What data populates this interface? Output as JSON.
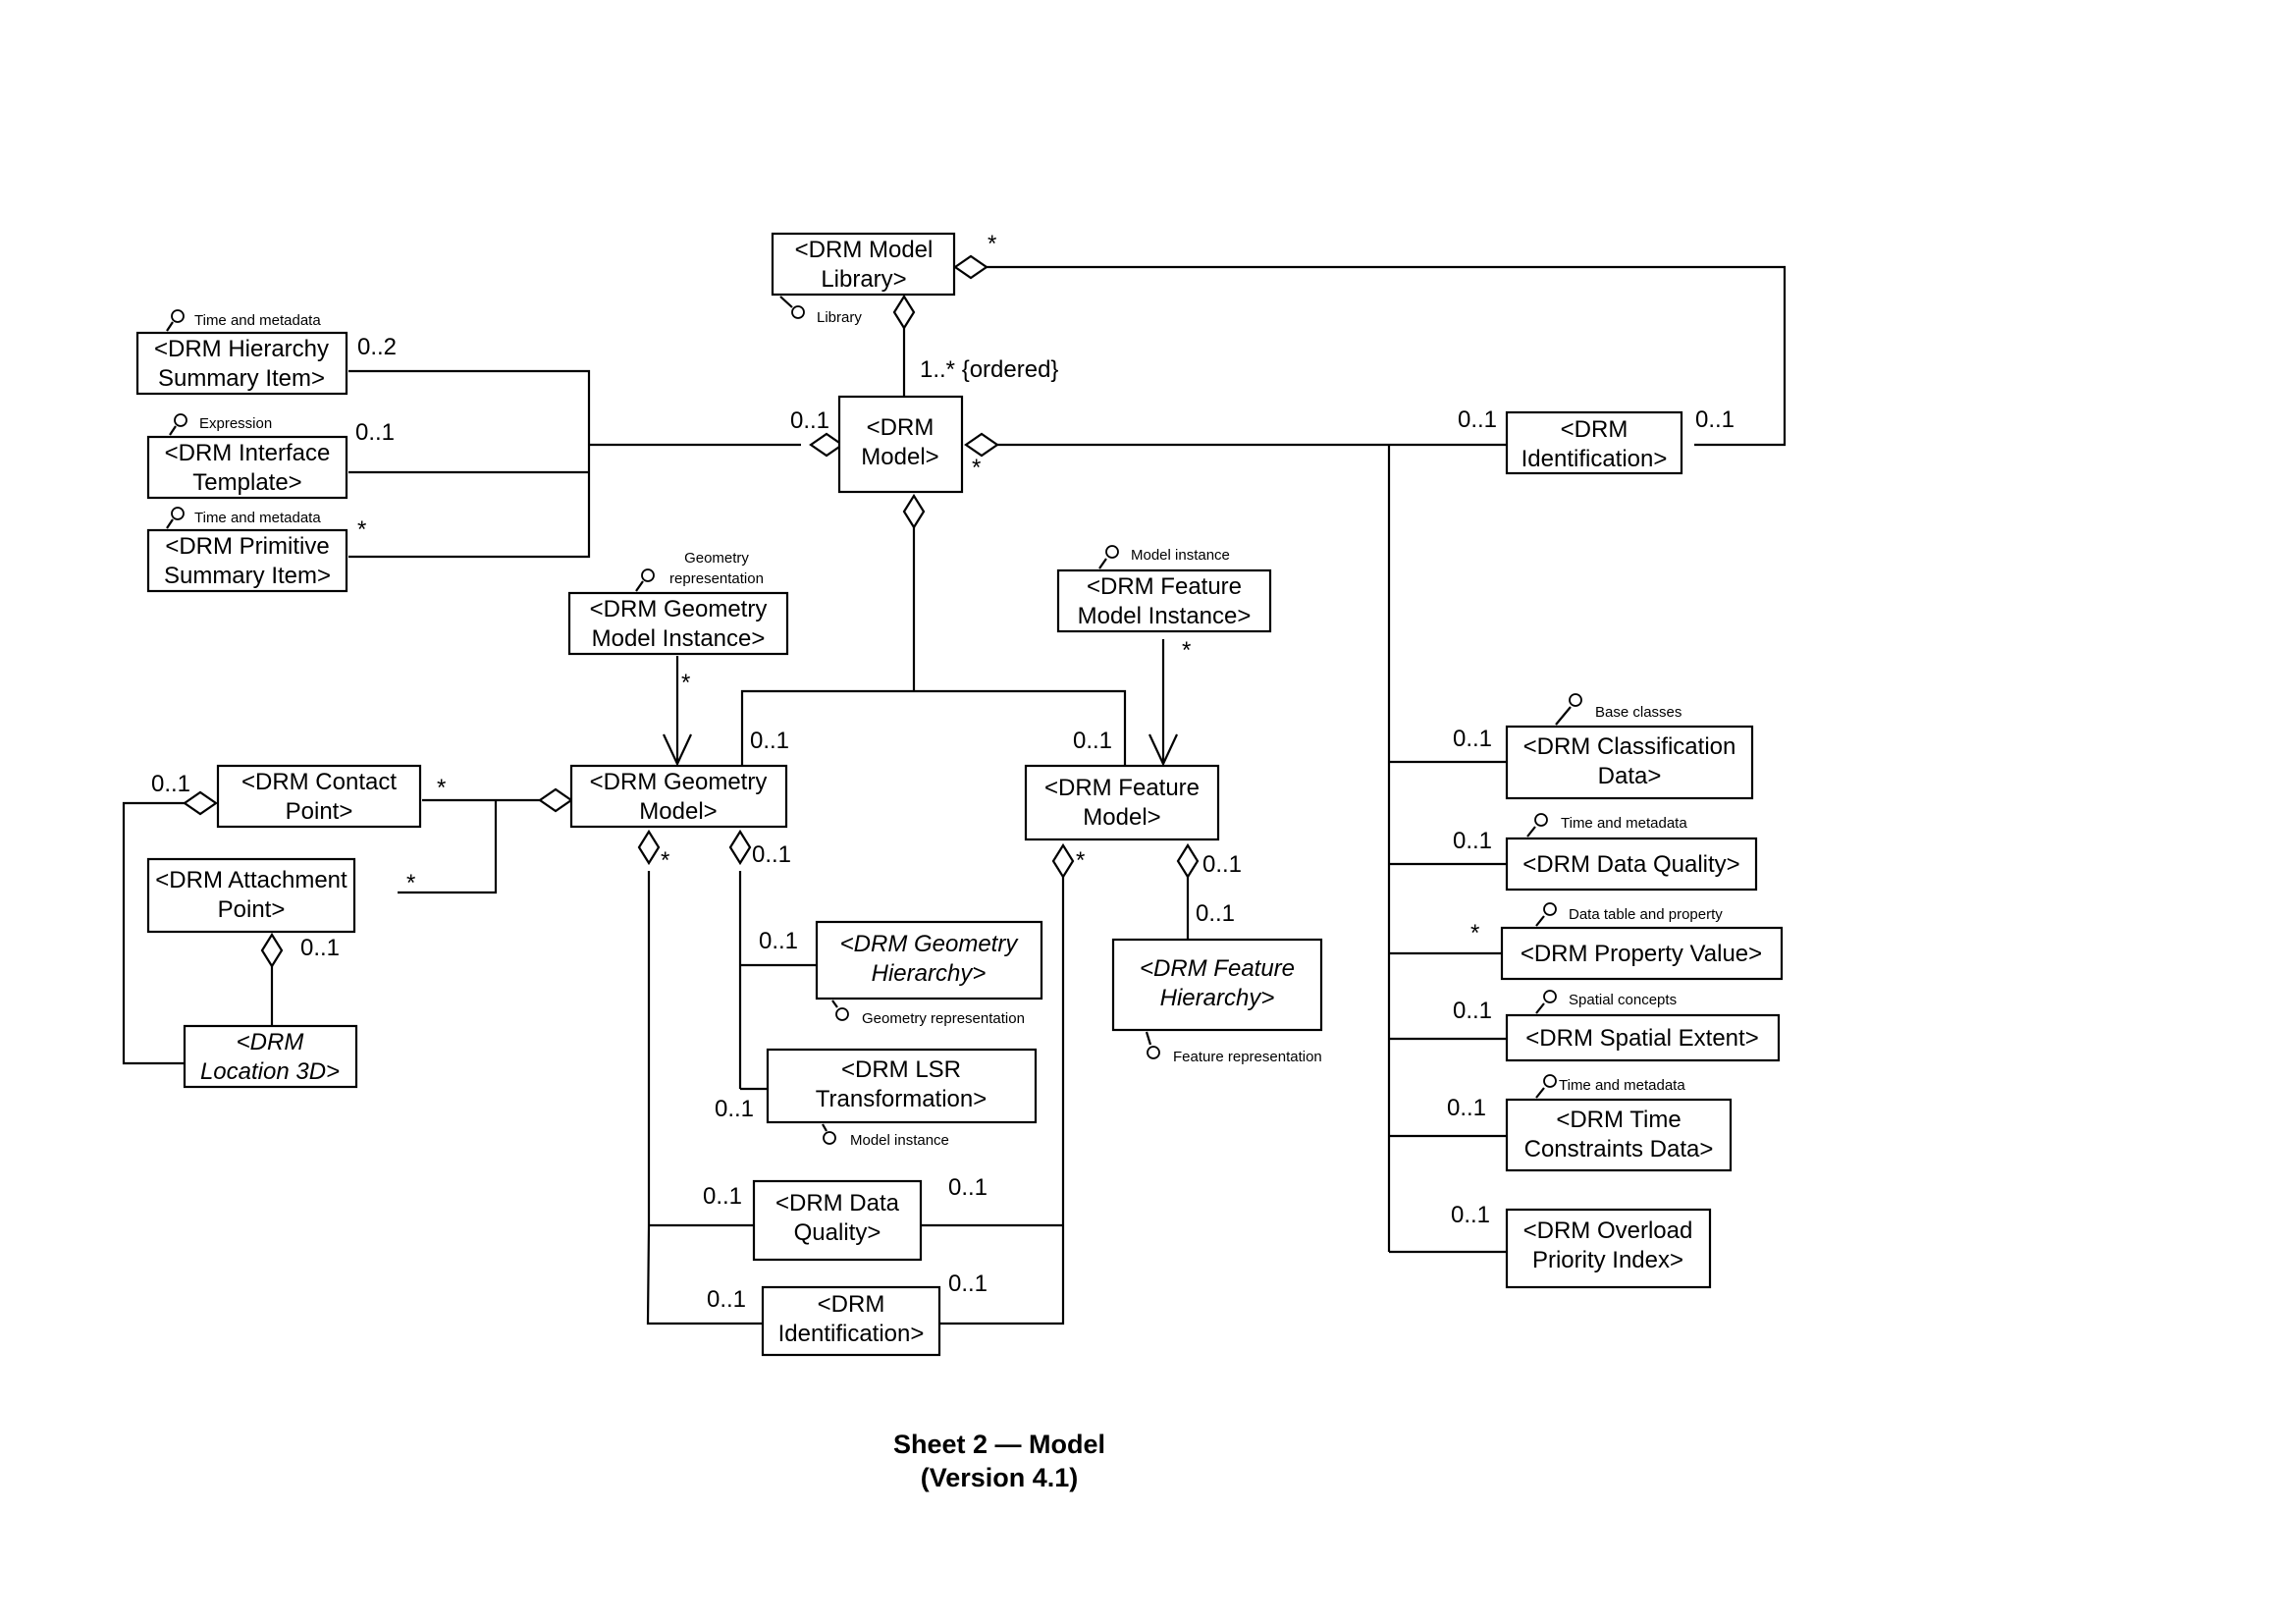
{
  "diagram": {
    "title_line1": "Sheet 2  — Model",
    "title_line2": "(Version 4.1)",
    "classes": {
      "model_library": [
        "<DRM Model",
        "Library>"
      ],
      "model": [
        "<DRM",
        "Model>"
      ],
      "identification_top": [
        "<DRM",
        "Identification>"
      ],
      "hierarchy_summary": [
        "<DRM Hierarchy",
        "Summary Item>"
      ],
      "interface_template": [
        "<DRM Interface",
        "Template>"
      ],
      "primitive_summary": [
        "<DRM Primitive",
        "Summary Item>"
      ],
      "geometry_model_instance": [
        "<DRM Geometry",
        "Model Instance>"
      ],
      "feature_model_instance": [
        "<DRM Feature",
        "Model Instance>"
      ],
      "geometry_model": [
        "<DRM Geometry",
        "Model>"
      ],
      "feature_model": [
        "<DRM Feature",
        "Model>"
      ],
      "contact_point": [
        "<DRM Contact",
        "Point>"
      ],
      "attachment_point": [
        "<DRM Attachment",
        "Point>"
      ],
      "location_3d": [
        "<DRM",
        "Location 3D>"
      ],
      "geometry_hierarchy": [
        "<DRM Geometry",
        "Hierarchy>"
      ],
      "lsr_transformation": [
        "<DRM LSR",
        "Transformation>"
      ],
      "feature_hierarchy": [
        "<DRM Feature",
        "Hierarchy>"
      ],
      "data_quality_bottom": [
        "<DRM Data",
        "Quality>"
      ],
      "identification_bottom": [
        "<DRM",
        "Identification>"
      ],
      "classification_data": [
        "<DRM Classification",
        "Data>"
      ],
      "data_quality_right": [
        "<DRM Data Quality>"
      ],
      "property_value": [
        "<DRM Property Value>"
      ],
      "spatial_extent": [
        "<DRM Spatial Extent>"
      ],
      "time_constraints": [
        "<DRM Time",
        "Constraints Data>"
      ],
      "overload_priority": [
        "<DRM Overload",
        "Priority Index>"
      ]
    },
    "tags": {
      "library": "Library",
      "time_metadata_1": "Time and metadata",
      "expression": "Expression",
      "time_metadata_2": "Time and metadata",
      "geometry_representation_top": [
        "Geometry",
        "representation"
      ],
      "model_instance_top": "Model instance",
      "geometry_representation_bottom": "Geometry representation",
      "model_instance_bottom": "Model instance",
      "feature_representation": "Feature representation",
      "base_classes": "Base classes",
      "time_metadata_3": "Time and metadata",
      "data_table_property": "Data table and property",
      "spatial_concepts": "Spatial concepts",
      "time_metadata_4": "Time and metadata"
    },
    "multiplicities": {
      "library_star": "*",
      "library_model": "1..* {ordered}",
      "hierarchy": "0..2",
      "interface": "0..1",
      "primitive": "*",
      "model_left": "0..1",
      "model_right_star": "*",
      "ident_top_left": "0..1",
      "ident_top_right": "0..1",
      "geom_model_top": "0..1",
      "feat_model_top": "0..1",
      "geom_instance_star": "*",
      "feat_instance_star": "*",
      "contact_left": "0..1",
      "contact_star": "*",
      "attach_star": "*",
      "attach_location": "0..1",
      "geom_model_star": "*",
      "geom_model_sub": "0..1",
      "geom_hier": "0..1",
      "lsr": "0..1",
      "feat_model_star": "*",
      "feat_model_sub": "0..1",
      "feat_hier": "0..1",
      "dq_left": "0..1",
      "dq_right": "0..1",
      "id_left": "0..1",
      "id_right": "0..1",
      "classification": "0..1",
      "data_quality_right": "0..1",
      "property": "*",
      "spatial": "0..1",
      "time": "0..1",
      "overload": "0..1"
    }
  }
}
